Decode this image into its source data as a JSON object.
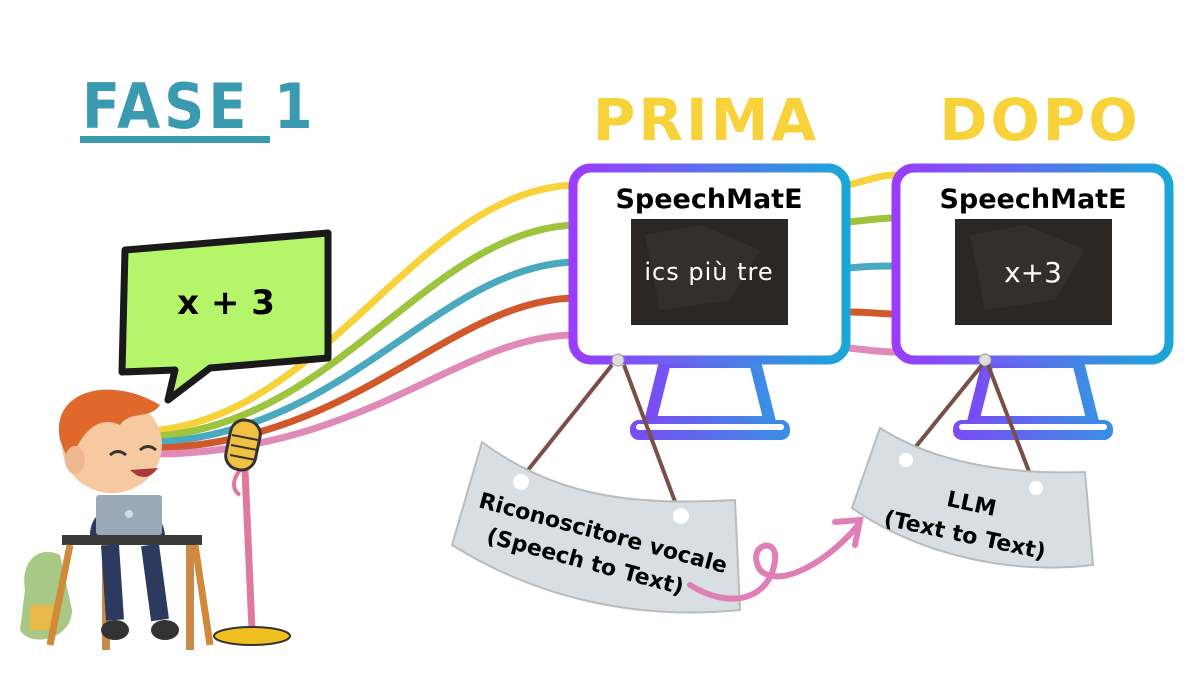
{
  "title": "FASE 1",
  "speech_bubble": "x + 3",
  "before": {
    "heading": "PRIMA",
    "app_name": "SpeechMatE",
    "screen_text": "ics più tre",
    "sign_line1": "Riconoscitore vocale",
    "sign_line2": "(Speech to Text)"
  },
  "after": {
    "heading": "DOPO",
    "app_name": "SpeechMatE",
    "screen_text": "x+3",
    "sign_line1": "LLM",
    "sign_line2": "(Text to Text)"
  },
  "colors": {
    "title": "#3a9bb0",
    "heading": "#f7d23a",
    "bubble": "#b5f56a",
    "frame_start": "#9b3cff",
    "frame_end": "#1aa7d8",
    "wave_colors": [
      "#f7d23a",
      "#9cc43c",
      "#4aa8bf",
      "#d0582a",
      "#e08ab8"
    ],
    "arrow": "#e07fb5"
  }
}
